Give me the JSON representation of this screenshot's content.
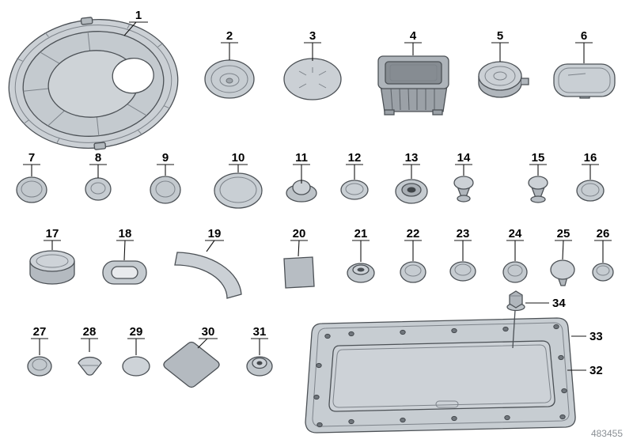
{
  "diagram": {
    "drawing_number": "483455",
    "parts": [
      {
        "ref": "1"
      },
      {
        "ref": "2"
      },
      {
        "ref": "3"
      },
      {
        "ref": "4"
      },
      {
        "ref": "5"
      },
      {
        "ref": "6"
      },
      {
        "ref": "7"
      },
      {
        "ref": "8"
      },
      {
        "ref": "9"
      },
      {
        "ref": "10"
      },
      {
        "ref": "11"
      },
      {
        "ref": "12"
      },
      {
        "ref": "13"
      },
      {
        "ref": "14"
      },
      {
        "ref": "15"
      },
      {
        "ref": "16"
      },
      {
        "ref": "17"
      },
      {
        "ref": "18"
      },
      {
        "ref": "19"
      },
      {
        "ref": "20"
      },
      {
        "ref": "21"
      },
      {
        "ref": "22"
      },
      {
        "ref": "23"
      },
      {
        "ref": "24"
      },
      {
        "ref": "25"
      },
      {
        "ref": "26"
      },
      {
        "ref": "27"
      },
      {
        "ref": "28"
      },
      {
        "ref": "29"
      },
      {
        "ref": "30"
      },
      {
        "ref": "31"
      },
      {
        "ref": "32"
      },
      {
        "ref": "33"
      },
      {
        "ref": "34"
      }
    ]
  }
}
